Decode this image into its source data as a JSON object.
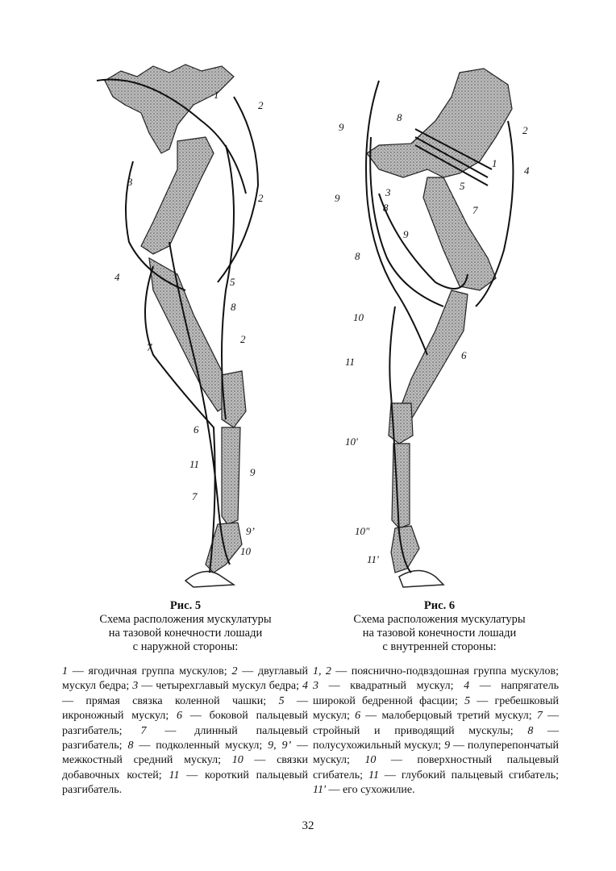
{
  "figures": [
    {
      "id": "fig5",
      "number": "Рис. 5",
      "caption_lines": [
        "Схема расположения мускулатуры",
        "на тазовой конечности лошади",
        "с наружной стороны:"
      ],
      "labels": [
        "1",
        "2",
        "2",
        "3",
        "4",
        "5",
        "8",
        "2",
        "7",
        "6",
        "11",
        "9",
        "7",
        "9’",
        "10"
      ],
      "legend": [
        {
          "num": "1",
          "text": "ягодичная группа мускулов"
        },
        {
          "num": "2",
          "text": "двуглавый мускул бедра"
        },
        {
          "num": "3",
          "text": "четырехглавый мускул бедра"
        },
        {
          "num": "4",
          "text": "прямая связка коленной чашки"
        },
        {
          "num": "5",
          "text": "икроножный мускул"
        },
        {
          "num": "6",
          "text": "боковой пальцевый разгибатель"
        },
        {
          "num": "7",
          "text": "длинный пальцевый разгибатель"
        },
        {
          "num": "8",
          "text": "подколенный мускул"
        },
        {
          "num": "9, 9’",
          "text": "межкостный средний мускул"
        },
        {
          "num": "10",
          "text": "связки добавочных костей"
        },
        {
          "num": "11",
          "text": "короткий пальцевый разгибатель"
        }
      ]
    },
    {
      "id": "fig6",
      "number": "Рис. 6",
      "caption_lines": [
        "Схема расположения мускулатуры",
        "на тазовой конечности лошади",
        "с внутренней стороны:"
      ],
      "labels": [
        "9",
        "8",
        "2",
        "1",
        "4",
        "3",
        "5",
        "9",
        "8",
        "7",
        "9",
        "8",
        "10",
        "6",
        "11",
        "10'",
        "10\"",
        "11'"
      ],
      "legend": [
        {
          "num": "1, 2",
          "text": "пояснично-подвздошная группа мускулов"
        },
        {
          "num": "3",
          "text": "квадратный мускул"
        },
        {
          "num": "4",
          "text": "напрягатель широкой бедренной фасции"
        },
        {
          "num": "5",
          "text": "гребешковый мускул"
        },
        {
          "num": "6",
          "text": "малоберцовый третий мускул"
        },
        {
          "num": "7",
          "text": "стройный и приводящий мускулы"
        },
        {
          "num": "8",
          "text": "полусухожильный мускул"
        },
        {
          "num": "9",
          "text": "полуперепончатый мускул"
        },
        {
          "num": "10",
          "text": "поверхностный пальцевый сгибатель"
        },
        {
          "num": "11",
          "text": "глубокий пальцевый сгибатель"
        },
        {
          "num": "11'",
          "text": "его сухожилие"
        }
      ]
    }
  ],
  "page_number": "32"
}
